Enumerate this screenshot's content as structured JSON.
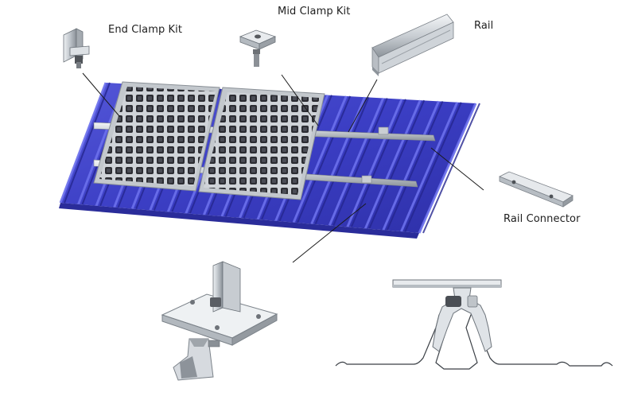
{
  "labels": {
    "end_clamp": "End Clamp Kit",
    "mid_clamp": "Mid Clamp Kit",
    "rail": "Rail",
    "rail_connector": "Rail Connector"
  },
  "colors": {
    "roof": "#3d3fc4",
    "roof_rib": "#5a5fe0",
    "panel_cell": "#2a2a2e",
    "aluminium": "#d4d8dc",
    "leader_line": "#1a1a1a"
  }
}
